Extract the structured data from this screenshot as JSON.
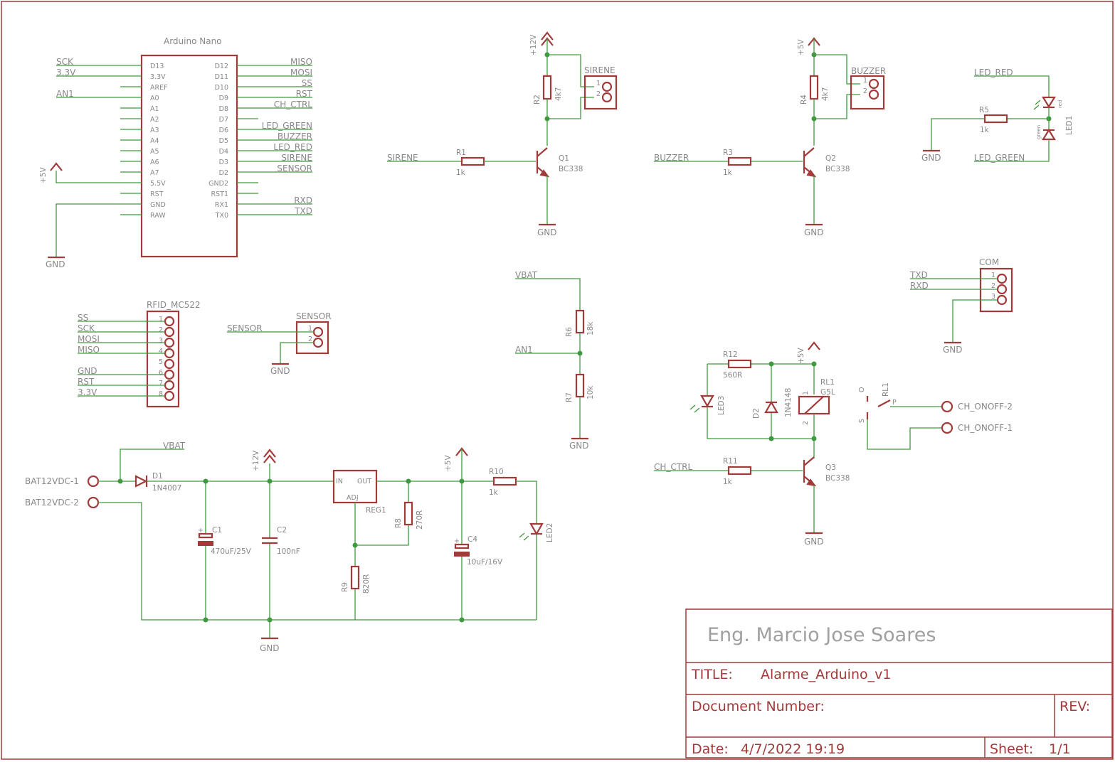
{
  "title_block": {
    "author": "Eng. Marcio Jose Soares",
    "title_label": "TITLE:",
    "title_value": "Alarme_Arduino_v1",
    "docnum_label": "Document Number:",
    "rev_label": "REV:",
    "date_label": "Date:",
    "date_value": "4/7/2022 19:19",
    "sheet_label": "Sheet:",
    "sheet_value": "1/1"
  },
  "arduino": {
    "name": "Arduino Nano",
    "left_pins": [
      "D13",
      "3.3V",
      "AREF",
      "A0",
      "A1",
      "A2",
      "A3",
      "A4",
      "A5",
      "A6",
      "A7",
      "5.5V",
      "RST",
      "GND",
      "RAW"
    ],
    "right_pins": [
      "D12",
      "D11",
      "D10",
      "D9",
      "D8",
      "D7",
      "D6",
      "D5",
      "D4",
      "D3",
      "D2",
      "GND2",
      "RST1",
      "RX1",
      "TX0"
    ],
    "left_nets": [
      "SCK",
      "3.3V",
      "",
      "AN1",
      "",
      "",
      "",
      "",
      "",
      "",
      "",
      "",
      "",
      "",
      ""
    ],
    "right_nets": [
      "MISO",
      "MOSI",
      "SS",
      "RST",
      "CH_CTRL",
      "",
      "LED_GREEN",
      "BUZZER",
      "LED_RED",
      "SIRENE",
      "SENSOR",
      "",
      "",
      "RXD",
      "TXD"
    ],
    "supply": "+5V",
    "gnd": "GND"
  },
  "rfid": {
    "name": "RFID_MC522",
    "pin_numbers": [
      "1",
      "2",
      "3",
      "4",
      "5",
      "6",
      "7",
      "8"
    ],
    "nets": [
      "SS",
      "SCK",
      "MOSI",
      "MISO",
      "",
      "GND",
      "RST",
      "3.3V"
    ]
  },
  "sensor_conn": {
    "name": "SENSOR",
    "net": "SENSOR",
    "pins": [
      "1",
      "2"
    ],
    "gnd": "GND"
  },
  "com_conn": {
    "name": "COM",
    "pins": [
      "1",
      "2",
      "3"
    ],
    "nets": [
      "TXD",
      "RXD"
    ],
    "gnd": "GND"
  },
  "sirene_stage": {
    "supply": "+12V",
    "r2_name": "R2",
    "r2_value": "4k7",
    "conn_name": "SIRENE",
    "conn_pins": [
      "1",
      "2"
    ],
    "in_net": "SIRENE",
    "r1_name": "R1",
    "r1_value": "1k",
    "q_name": "Q1",
    "q_value": "BC338",
    "gnd": "GND"
  },
  "buzzer_stage": {
    "supply": "+5V",
    "r4_name": "R4",
    "r4_value": "4k7",
    "conn_name": "BUZZER",
    "conn_pins": [
      "1",
      "2"
    ],
    "in_net": "BUZZER",
    "r3_name": "R3",
    "r3_value": "1k",
    "q_name": "Q2",
    "q_value": "BC338",
    "gnd": "GND"
  },
  "led1_stage": {
    "red_net": "LED_RED",
    "green_net": "LED_GREEN",
    "r5_name": "R5",
    "r5_value": "1k",
    "gnd": "GND",
    "led_name": "LED1",
    "red_tag": "red",
    "green_tag": "green"
  },
  "divider": {
    "top_net": "VBAT",
    "mid_net": "AN1",
    "r6_name": "R6",
    "r6_value": "18k",
    "r7_name": "R7",
    "r7_value": "10k",
    "gnd": "GND"
  },
  "relay_stage": {
    "r12_name": "R12",
    "r12_value": "560R",
    "led3_name": "LED3",
    "d2_name": "D2",
    "d2_value": "1N4148",
    "supply": "+5V",
    "rl_name": "RL1",
    "rl_value": "G5L",
    "coil_pin1": "1",
    "coil_pin2": "2",
    "ctrl_net": "CH_CTRL",
    "r11_name": "R11",
    "r11_value": "1k",
    "q_name": "Q3",
    "q_value": "BC338",
    "gnd": "GND",
    "sw_o": "O",
    "sw_p": "P",
    "sw_s": "S",
    "out1": "CH_ONOFF-2",
    "out2": "CH_ONOFF-1"
  },
  "power": {
    "bat1": "BAT12VDC-1",
    "bat2": "BAT12VDC-2",
    "vbat": "VBAT",
    "d1_name": "D1",
    "d1_value": "1N4007",
    "c1_name": "C1",
    "c1_value": "470uF/25V",
    "c2_name": "C2",
    "c2_value": "100nF",
    "supply12": "+12V",
    "reg_name": "REG1",
    "reg_in": "IN",
    "reg_out": "OUT",
    "reg_adj": "ADJ",
    "r8_name": "R8",
    "r8_value": "270R",
    "r9_name": "R9",
    "r9_value": "820R",
    "supply5": "+5V",
    "c4_name": "C4",
    "c4_value": "10uF/16V",
    "r10_name": "R10",
    "r10_value": "1k",
    "led2_name": "LED2",
    "gnd": "GND",
    "plus_mark": "+"
  }
}
